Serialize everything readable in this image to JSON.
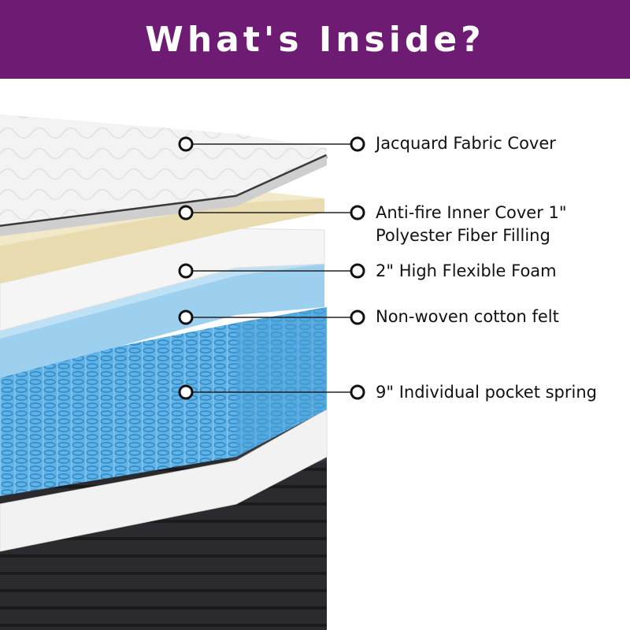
{
  "header": {
    "title": "What's Inside?",
    "background": "#6e1b73"
  },
  "layers": [
    {
      "label": "Jacquard Fabric Cover"
    },
    {
      "label_line1": "Anti-fire Inner Cover 1\"",
      "label_line2": "Polyester Fiber Filling"
    },
    {
      "label": "2\" High Flexible Foam"
    },
    {
      "label": "Non-woven cotton felt"
    },
    {
      "label": "9\" Individual pocket spring"
    }
  ],
  "colors": {
    "cover": "#f1f1f1",
    "cover_edge": "#3a3a3a",
    "fiber": "#eadfb6",
    "felt": "#f4f4f4",
    "foam": "#8fc8ec",
    "spring": "#4aa7e0",
    "base": "#2b2b2f",
    "leader": "#222222"
  }
}
